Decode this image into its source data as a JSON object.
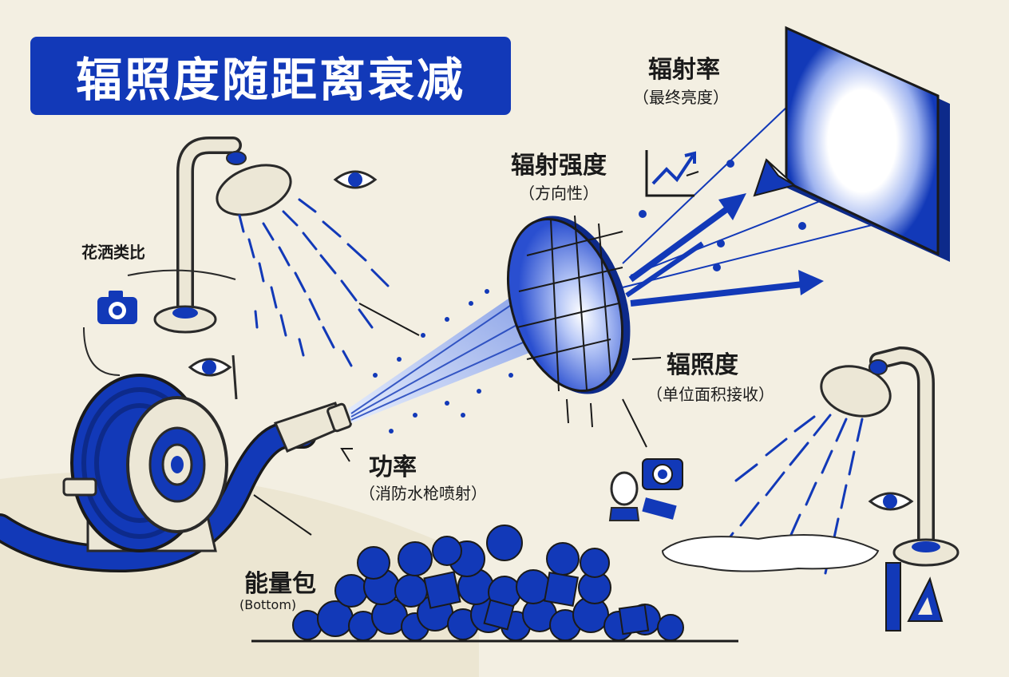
{
  "title": "辐照度随距离衰减",
  "colors": {
    "accent": "#1239b8",
    "background": "#f3efe2",
    "ink": "#1a1a1a",
    "pipe": "#e9e3cf"
  },
  "labels": {
    "radiance": {
      "main": "辐射率",
      "sub": "（最终亮度）"
    },
    "intensity": {
      "main": "辐射强度",
      "sub": "（方向性）"
    },
    "irradiance": {
      "main": "辐照度",
      "sub": "（单位面积接收）"
    },
    "power": {
      "main": "功率",
      "sub": "（消防水枪喷射）"
    },
    "energy_packet": {
      "main": "能量包",
      "sub": "(Bottom)"
    },
    "shower_analogy": "花洒类比"
  },
  "icons": [
    "shower-head-icon",
    "eye-icon",
    "camera-icon",
    "hose-reel-icon",
    "nozzle-icon",
    "grid-disc-icon",
    "display-panel-icon",
    "trend-chart-icon",
    "gem-icon",
    "ruler-icon",
    "set-square-icon",
    "figure-icon",
    "arrow-icon"
  ]
}
